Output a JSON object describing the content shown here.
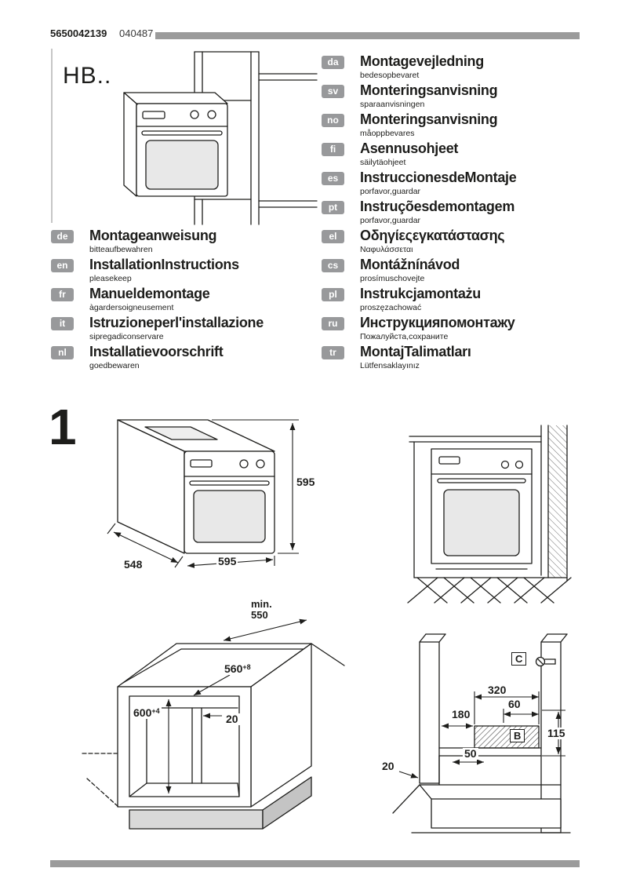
{
  "colors": {
    "bar": "#9b9b9b",
    "badge": "#98999b",
    "line": "#1d1d1b"
  },
  "header": {
    "doc_number": "5650042139",
    "doc_code": "040487"
  },
  "model_label": "HB..",
  "step_number": "1",
  "languages_left": [
    {
      "code": "de",
      "title": "Montageanweisung",
      "subtitle": "bitteaufbewahren"
    },
    {
      "code": "en",
      "title": "InstallationInstructions",
      "subtitle": "pleasekeep"
    },
    {
      "code": "fr",
      "title": "Manueldemontage",
      "subtitle": "àgardersoigneusement"
    },
    {
      "code": "it",
      "title": "Istruzioneperl'installazione",
      "subtitle": "sipregadiconservare"
    },
    {
      "code": "nl",
      "title": "Installatievoorschrift",
      "subtitle": "goedbewaren"
    }
  ],
  "languages_right": [
    {
      "code": "da",
      "title": "Montagevejledning",
      "subtitle": "bedesopbevaret"
    },
    {
      "code": "sv",
      "title": "Monteringsanvisning",
      "subtitle": "sparaanvisningen"
    },
    {
      "code": "no",
      "title": "Monteringsanvisning",
      "subtitle": "måoppbevares"
    },
    {
      "code": "fi",
      "title": "Asennusohjeet",
      "subtitle": "säilytäohjeet"
    },
    {
      "code": "es",
      "title": "InstruccionesdeMontaje",
      "subtitle": "porfavor,guardar"
    },
    {
      "code": "pt",
      "title": "Instruçõesdemontagem",
      "subtitle": "porfavor,guardar"
    },
    {
      "code": "el",
      "title": "Οδηγίεςεγκατάστασης",
      "subtitle": "Ναφυλάσσεται"
    },
    {
      "code": "cs",
      "title": "Montážnínávod",
      "subtitle": "prosímuschovejte"
    },
    {
      "code": "pl",
      "title": "Instrukcjamontażu",
      "subtitle": "proszęzachować"
    },
    {
      "code": "ru",
      "title": "Инструкцияпомонтажу",
      "subtitle": "Пожалуйста,сохраните"
    },
    {
      "code": "tr",
      "title": "MontajTalimatları",
      "subtitle": "Lütfensaklayınız"
    }
  ],
  "fig_oven": {
    "height": "595",
    "depth": "548",
    "width": "595"
  },
  "fig_cabinet": {
    "min_label": "min.",
    "min_value": "550",
    "width_value": "560",
    "width_tol": "+8",
    "height_value": "600",
    "height_tol": "+4",
    "gap": "20"
  },
  "fig_niche": {
    "detail_label": "C",
    "zone_label": "B",
    "d320": "320",
    "d60": "60",
    "d180": "180",
    "d115": "115",
    "d50": "50",
    "d20": "20"
  }
}
